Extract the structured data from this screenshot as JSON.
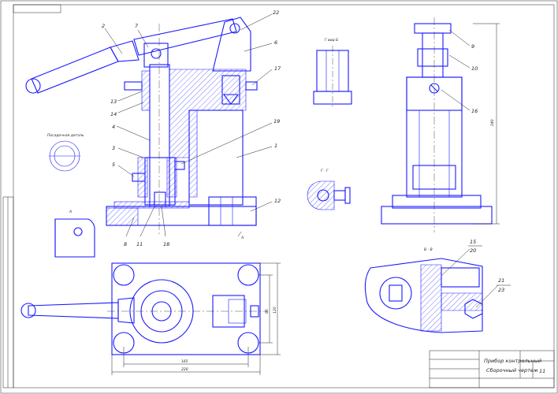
{
  "drawing": {
    "title_block": {
      "name_line1": "Прибор контрольный",
      "name_line2": "Сборочный чертеж",
      "sheet_number": "11"
    },
    "view_labels": {
      "view_g": "Г вид Б",
      "section_gg": "Г - Г",
      "section_vv": "В - В",
      "view_a": "А",
      "nonstandard": "Посадочная деталь"
    },
    "callouts": [
      {
        "id": "c2",
        "text": "2"
      },
      {
        "id": "c7",
        "text": "7"
      },
      {
        "id": "c22",
        "text": "22"
      },
      {
        "id": "c6",
        "text": "6"
      },
      {
        "id": "c17",
        "text": "17"
      },
      {
        "id": "c13",
        "text": "13"
      },
      {
        "id": "c14",
        "text": "14"
      },
      {
        "id": "c4",
        "text": "4"
      },
      {
        "id": "c19",
        "text": "19"
      },
      {
        "id": "c1",
        "text": "1"
      },
      {
        "id": "c3",
        "text": "3"
      },
      {
        "id": "c5",
        "text": "5"
      },
      {
        "id": "c12",
        "text": "12"
      },
      {
        "id": "c8",
        "text": "8"
      },
      {
        "id": "c11",
        "text": "11"
      },
      {
        "id": "c18",
        "text": "18"
      },
      {
        "id": "c9",
        "text": "9"
      },
      {
        "id": "c10",
        "text": "10"
      },
      {
        "id": "c16",
        "text": "16"
      },
      {
        "id": "c15",
        "text": "15"
      },
      {
        "id": "c20",
        "text": "20"
      },
      {
        "id": "c21",
        "text": "21"
      },
      {
        "id": "c23",
        "text": "23"
      }
    ],
    "dimensions": {
      "width_inner": "165",
      "width_outer": "220",
      "height_right": "240",
      "depth_a": "90",
      "depth_b": "120"
    }
  }
}
